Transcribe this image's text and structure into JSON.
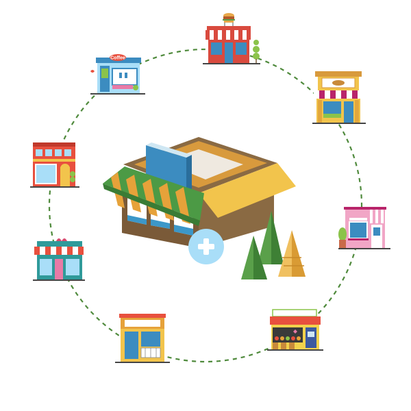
{
  "colors": {
    "background": "#ffffff",
    "orbit_dash": "#4f8a3c",
    "plus_circle": "#a9def8",
    "plus_sign": "#ffffff",
    "box_yellow": "#f2c44c",
    "box_brown": "#8a6a43",
    "awning_green": "#4c9a45",
    "awning_orange": "#e6a23a",
    "tree_green": "#5aa04a",
    "tree_orange": "#e8b24f"
  },
  "center": {
    "icon": "store-building-with-add-icon",
    "badge_icon": "plus-icon"
  },
  "orbit_shops": [
    {
      "id": "burger",
      "icon": "burger-shop-icon"
    },
    {
      "id": "bakery",
      "icon": "bakery-shop-icon"
    },
    {
      "id": "beauty",
      "icon": "pink-beauty-shop-icon"
    },
    {
      "id": "market",
      "icon": "fruit-market-stall-icon"
    },
    {
      "id": "grocery",
      "icon": "glass-front-shop-icon"
    },
    {
      "id": "flower",
      "icon": "teal-flower-shop-icon"
    },
    {
      "id": "red",
      "icon": "red-storefront-icon"
    },
    {
      "id": "coffee",
      "icon": "coffee-shop-icon"
    }
  ],
  "signs": {
    "coffee": "Coffee"
  }
}
